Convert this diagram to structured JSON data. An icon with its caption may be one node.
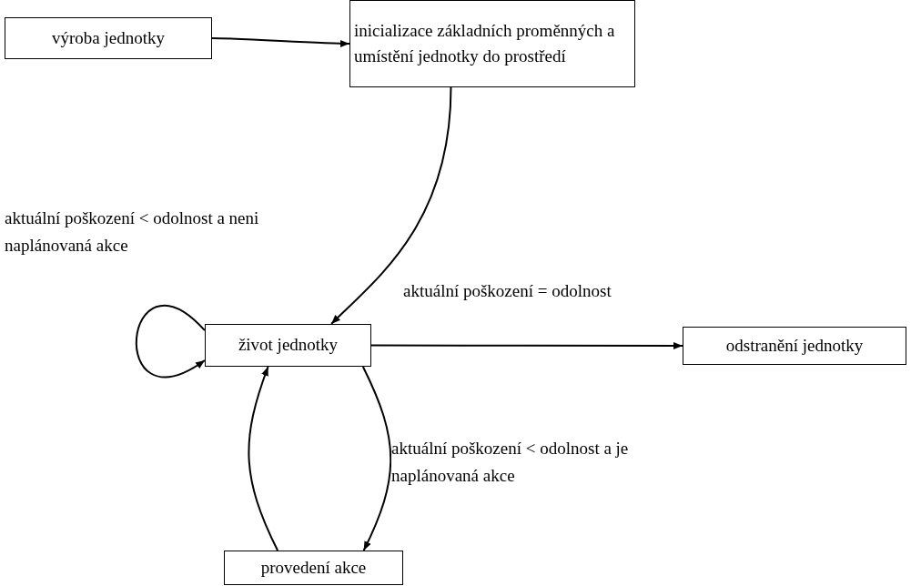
{
  "diagram": {
    "nodes": [
      {
        "text": [
          "výroba jednotky"
        ]
      },
      {
        "text": [
          "inicializace základních proměnných a umístění jednotky do prostředí"
        ]
      },
      {
        "text": [
          "život jednotky"
        ]
      },
      {
        "text": [
          "odstranění jednotky"
        ]
      },
      {
        "text": [
          "provedení akce"
        ]
      }
    ],
    "edges": [
      {
        "from": 0,
        "to": 1,
        "arrow": "to"
      },
      {
        "from": 1,
        "to": 2,
        "arrow": "to"
      },
      {
        "from": 2,
        "to": 2,
        "arrow": "to",
        "label": "aktuální poškození < odolnost a neni naplánovaná akce"
      },
      {
        "from": 2,
        "to": 3,
        "arrow": "to",
        "label": "aktuální poškození = odolnost"
      },
      {
        "from": 2,
        "to": 4,
        "arrow": "to",
        "label": "aktuální poškození < odolnost a je naplánovaná akce"
      },
      {
        "from": 4,
        "to": 2,
        "arrow": "to"
      }
    ]
  }
}
